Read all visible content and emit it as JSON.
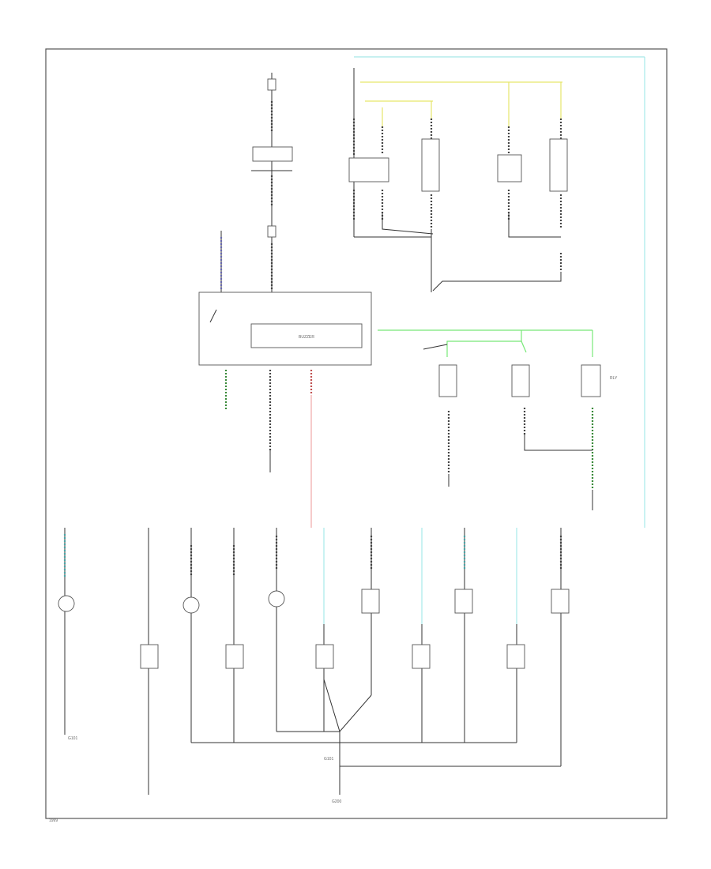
{
  "diagram": {
    "blocks": [
      {
        "id": "relay-module",
        "label": "BUZZER"
      },
      {
        "id": "small-relay",
        "label": "RLY"
      }
    ],
    "text": {
      "ground_left": "G101",
      "ground_mid": "G101",
      "ground_bottom": "G200",
      "corner_mark": "1999"
    },
    "wire_colors": {
      "black": "#333333",
      "yellow": "#e6e66a",
      "cyan": "#a6e8e8",
      "green": "#78e878",
      "pink": "#f0a8a8"
    }
  }
}
